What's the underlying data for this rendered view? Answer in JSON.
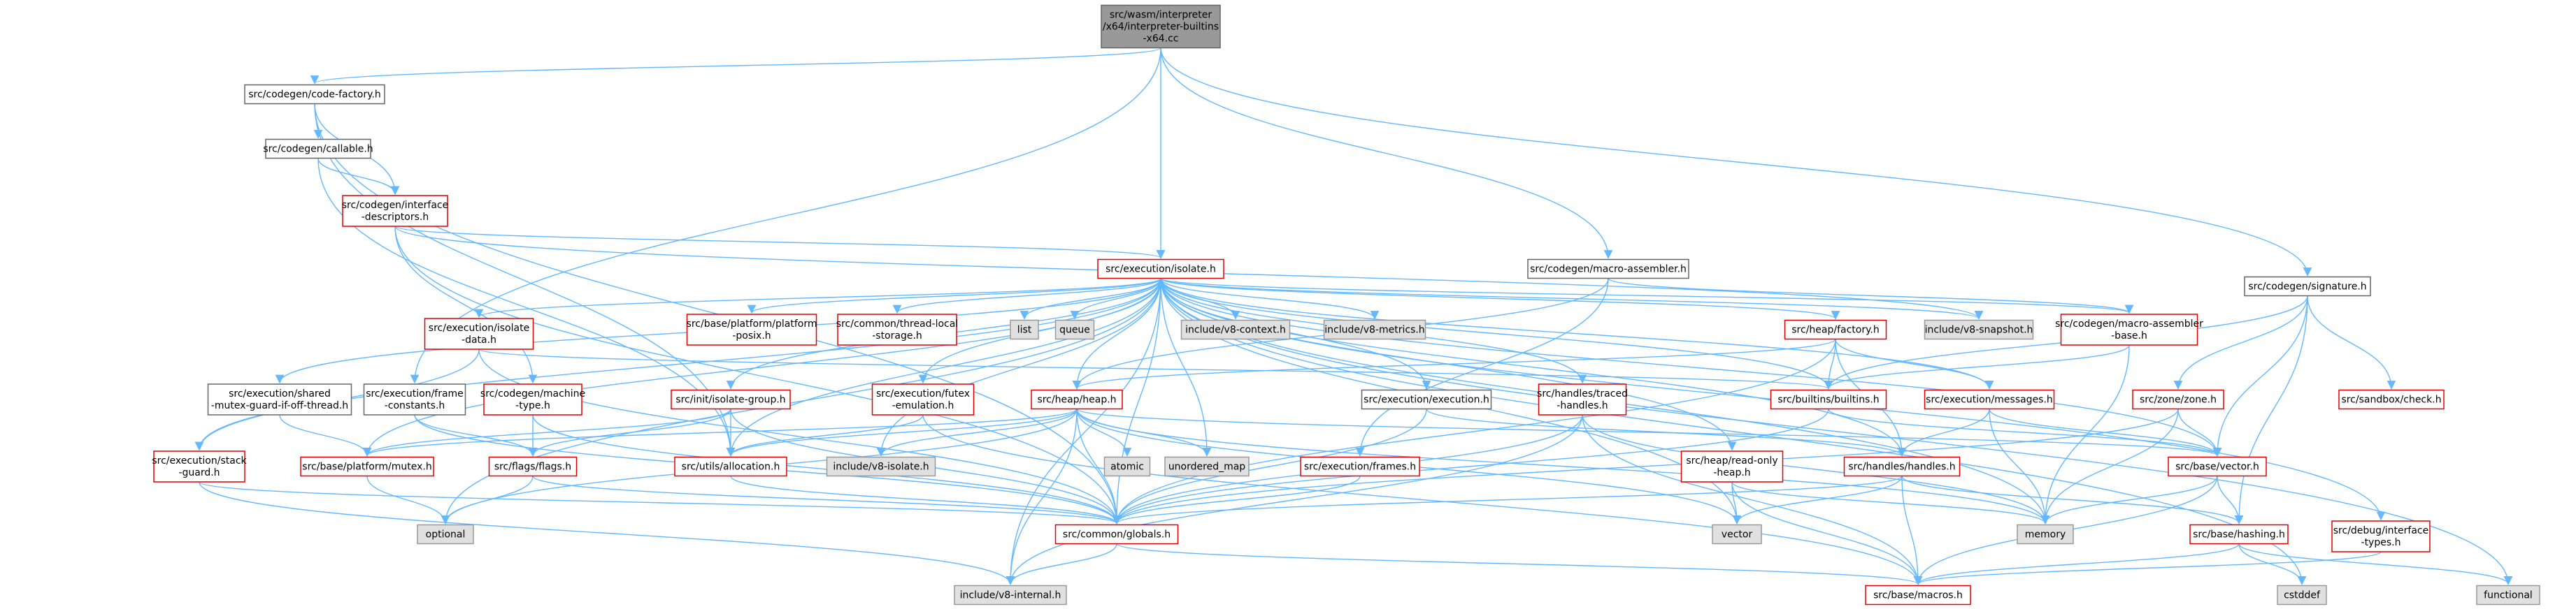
{
  "colors": {
    "edge": "#63b8ff",
    "root_fill": "#999999",
    "missing_border": "#e00000",
    "system_fill": "#e0e0e0",
    "plain_border": "#666666"
  },
  "nodes": {
    "root": {
      "lines": [
        "src/wasm/interpreter",
        "/x64/interpreter-builtins",
        "-x64.cc"
      ],
      "style": "root"
    },
    "code_factory": {
      "lines": [
        "src/codegen/code-factory.h"
      ],
      "style": "plain"
    },
    "callable": {
      "lines": [
        "src/codegen/callable.h"
      ],
      "style": "plain"
    },
    "interface_desc": {
      "lines": [
        "src/codegen/interface",
        "-descriptors.h"
      ],
      "style": "missing"
    },
    "macro_assembler": {
      "lines": [
        "src/codegen/macro-assembler.h"
      ],
      "style": "plain"
    },
    "signature": {
      "lines": [
        "src/codegen/signature.h"
      ],
      "style": "plain"
    },
    "isolate": {
      "lines": [
        "src/execution/isolate.h"
      ],
      "style": "missing"
    },
    "isolate_data": {
      "lines": [
        "src/execution/isolate",
        "-data.h"
      ],
      "style": "missing"
    },
    "platform_posix": {
      "lines": [
        "src/base/platform/platform",
        "-posix.h"
      ],
      "style": "missing"
    },
    "thread_local": {
      "lines": [
        "src/common/thread-local",
        "-storage.h"
      ],
      "style": "missing"
    },
    "list": {
      "lines": [
        "list"
      ],
      "style": "sys"
    },
    "queue": {
      "lines": [
        "queue"
      ],
      "style": "sys"
    },
    "v8_context": {
      "lines": [
        "include/v8-context.h"
      ],
      "style": "sys"
    },
    "v8_metrics": {
      "lines": [
        "include/v8-metrics.h"
      ],
      "style": "sys"
    },
    "heap_factory": {
      "lines": [
        "src/heap/factory.h"
      ],
      "style": "missing"
    },
    "v8_snapshot": {
      "lines": [
        "include/v8-snapshot.h"
      ],
      "style": "sys"
    },
    "macro_asm_base": {
      "lines": [
        "src/codegen/macro-assembler",
        "-base.h"
      ],
      "style": "missing"
    },
    "shared_mutex": {
      "lines": [
        "src/execution/shared",
        "-mutex-guard-if-off-thread.h"
      ],
      "style": "plain"
    },
    "frame_constants": {
      "lines": [
        "src/execution/frame",
        "-constants.h"
      ],
      "style": "plain"
    },
    "machine_type": {
      "lines": [
        "src/codegen/machine",
        "-type.h"
      ],
      "style": "missing"
    },
    "isolate_group": {
      "lines": [
        "src/init/isolate-group.h"
      ],
      "style": "missing"
    },
    "futex": {
      "lines": [
        "src/execution/futex",
        "-emulation.h"
      ],
      "style": "missing"
    },
    "heap": {
      "lines": [
        "src/heap/heap.h"
      ],
      "style": "missing"
    },
    "execution": {
      "lines": [
        "src/execution/execution.h"
      ],
      "style": "plain"
    },
    "traced_handles": {
      "lines": [
        "src/handles/traced",
        "-handles.h"
      ],
      "style": "missing"
    },
    "builtins": {
      "lines": [
        "src/builtins/builtins.h"
      ],
      "style": "missing"
    },
    "messages": {
      "lines": [
        "src/execution/messages.h"
      ],
      "style": "missing"
    },
    "zone": {
      "lines": [
        "src/zone/zone.h"
      ],
      "style": "missing"
    },
    "sandbox_check": {
      "lines": [
        "src/sandbox/check.h"
      ],
      "style": "missing"
    },
    "stack_guard": {
      "lines": [
        "src/execution/stack",
        "-guard.h"
      ],
      "style": "missing"
    },
    "mutex": {
      "lines": [
        "src/base/platform/mutex.h"
      ],
      "style": "missing"
    },
    "flags": {
      "lines": [
        "src/flags/flags.h"
      ],
      "style": "missing"
    },
    "allocation": {
      "lines": [
        "src/utils/allocation.h"
      ],
      "style": "missing"
    },
    "v8_isolate": {
      "lines": [
        "include/v8-isolate.h"
      ],
      "style": "sys"
    },
    "atomic": {
      "lines": [
        "atomic"
      ],
      "style": "sys"
    },
    "unordered_map": {
      "lines": [
        "unordered_map"
      ],
      "style": "sys"
    },
    "frames": {
      "lines": [
        "src/execution/frames.h"
      ],
      "style": "missing"
    },
    "read_only_heap": {
      "lines": [
        "src/heap/read-only",
        "-heap.h"
      ],
      "style": "missing"
    },
    "handles": {
      "lines": [
        "src/handles/handles.h"
      ],
      "style": "missing"
    },
    "vector": {
      "lines": [
        "src/base/vector.h"
      ],
      "style": "missing"
    },
    "debug_types": {
      "lines": [
        "src/debug/interface",
        "-types.h"
      ],
      "style": "missing"
    },
    "optional": {
      "lines": [
        "optional"
      ],
      "style": "sys"
    },
    "globals": {
      "lines": [
        "src/common/globals.h"
      ],
      "style": "missing"
    },
    "std_vector": {
      "lines": [
        "vector"
      ],
      "style": "sys"
    },
    "memory": {
      "lines": [
        "memory"
      ],
      "style": "sys"
    },
    "hashing": {
      "lines": [
        "src/base/hashing.h"
      ],
      "style": "missing"
    },
    "v8_internal": {
      "lines": [
        "include/v8-internal.h"
      ],
      "style": "sys"
    },
    "macros": {
      "lines": [
        "src/base/macros.h"
      ],
      "style": "missing"
    },
    "cstddef": {
      "lines": [
        "cstddef"
      ],
      "style": "sys"
    },
    "functional": {
      "lines": [
        "functional"
      ],
      "style": "sys"
    }
  },
  "edges": [
    [
      "root",
      "code_factory"
    ],
    [
      "root",
      "isolate"
    ],
    [
      "root",
      "macro_assembler"
    ],
    [
      "root",
      "signature"
    ],
    [
      "root",
      "frame_constants"
    ],
    [
      "code_factory",
      "callable"
    ],
    [
      "code_factory",
      "interface_desc"
    ],
    [
      "code_factory",
      "globals"
    ],
    [
      "code_factory",
      "allocation"
    ],
    [
      "callable",
      "interface_desc"
    ],
    [
      "callable",
      "allocation"
    ],
    [
      "interface_desc",
      "isolate"
    ],
    [
      "interface_desc",
      "machine_type"
    ],
    [
      "interface_desc",
      "globals"
    ],
    [
      "interface_desc",
      "v8_snapshot"
    ],
    [
      "macro_assembler",
      "heap"
    ],
    [
      "macro_assembler",
      "frames"
    ],
    [
      "macro_assembler",
      "macro_asm_base"
    ],
    [
      "signature",
      "zone"
    ],
    [
      "signature",
      "sandbox_check"
    ],
    [
      "signature",
      "vector"
    ],
    [
      "signature",
      "hashing"
    ],
    [
      "signature",
      "builtins"
    ],
    [
      "isolate",
      "isolate_data"
    ],
    [
      "isolate",
      "platform_posix"
    ],
    [
      "isolate",
      "thread_local"
    ],
    [
      "isolate",
      "list"
    ],
    [
      "isolate",
      "queue"
    ],
    [
      "isolate",
      "v8_context"
    ],
    [
      "isolate",
      "v8_metrics"
    ],
    [
      "isolate",
      "heap_factory"
    ],
    [
      "isolate",
      "v8_snapshot"
    ],
    [
      "isolate",
      "macro_asm_base"
    ],
    [
      "isolate",
      "shared_mutex"
    ],
    [
      "isolate",
      "isolate_group"
    ],
    [
      "isolate",
      "futex"
    ],
    [
      "isolate",
      "heap"
    ],
    [
      "isolate",
      "execution"
    ],
    [
      "isolate",
      "traced_handles"
    ],
    [
      "isolate",
      "builtins"
    ],
    [
      "isolate",
      "messages"
    ],
    [
      "isolate",
      "stack_guard"
    ],
    [
      "isolate",
      "mutex"
    ],
    [
      "isolate",
      "allocation"
    ],
    [
      "isolate",
      "v8_isolate"
    ],
    [
      "isolate",
      "unordered_map"
    ],
    [
      "isolate",
      "handles"
    ],
    [
      "isolate",
      "debug_types"
    ],
    [
      "isolate",
      "optional"
    ],
    [
      "isolate",
      "globals"
    ],
    [
      "isolate",
      "std_vector"
    ],
    [
      "isolate",
      "memory"
    ],
    [
      "isolate",
      "v8_internal"
    ],
    [
      "isolate",
      "functional"
    ],
    [
      "isolate",
      "cstddef"
    ],
    [
      "isolate",
      "vector"
    ],
    [
      "isolate",
      "read_only_heap"
    ],
    [
      "isolate_data",
      "builtins"
    ],
    [
      "isolate_data",
      "stack_guard"
    ],
    [
      "isolate_data",
      "globals"
    ],
    [
      "heap_factory",
      "heap"
    ],
    [
      "heap_factory",
      "builtins"
    ],
    [
      "heap_factory",
      "handles"
    ],
    [
      "heap_factory",
      "messages"
    ],
    [
      "heap_factory",
      "globals"
    ],
    [
      "macro_asm_base",
      "builtins"
    ],
    [
      "macro_asm_base",
      "memory"
    ],
    [
      "shared_mutex",
      "mutex"
    ],
    [
      "frame_constants",
      "flags"
    ],
    [
      "frame_constants",
      "globals"
    ],
    [
      "machine_type",
      "flags"
    ],
    [
      "machine_type",
      "globals"
    ],
    [
      "isolate_group",
      "mutex"
    ],
    [
      "isolate_group",
      "allocation"
    ],
    [
      "isolate_group",
      "globals"
    ],
    [
      "isolate_group",
      "flags"
    ],
    [
      "futex",
      "allocation"
    ],
    [
      "futex",
      "macros"
    ],
    [
      "heap",
      "allocation"
    ],
    [
      "heap",
      "v8_isolate"
    ],
    [
      "heap",
      "atomic"
    ],
    [
      "heap",
      "unordered_map"
    ],
    [
      "heap",
      "optional"
    ],
    [
      "heap",
      "globals"
    ],
    [
      "heap",
      "v8_internal"
    ],
    [
      "heap",
      "std_vector"
    ],
    [
      "heap",
      "memory"
    ],
    [
      "heap",
      "vector"
    ],
    [
      "heap",
      "mutex"
    ],
    [
      "execution",
      "globals"
    ],
    [
      "execution",
      "handles"
    ],
    [
      "traced_handles",
      "globals"
    ],
    [
      "traced_handles",
      "v8_internal"
    ],
    [
      "traced_handles",
      "macros"
    ],
    [
      "traced_handles",
      "memory"
    ],
    [
      "builtins",
      "globals"
    ],
    [
      "builtins",
      "vector"
    ],
    [
      "messages",
      "handles"
    ],
    [
      "messages",
      "memory"
    ],
    [
      "messages",
      "vector"
    ],
    [
      "zone",
      "vector"
    ],
    [
      "zone",
      "memory"
    ],
    [
      "zone",
      "globals"
    ],
    [
      "stack_guard",
      "v8_internal"
    ],
    [
      "stack_guard",
      "globals"
    ],
    [
      "mutex",
      "optional"
    ],
    [
      "flags",
      "optional"
    ],
    [
      "flags",
      "globals"
    ],
    [
      "allocation",
      "globals"
    ],
    [
      "frames",
      "globals"
    ],
    [
      "read_only_heap",
      "std_vector"
    ],
    [
      "read_only_heap",
      "macros"
    ],
    [
      "read_only_heap",
      "memory"
    ],
    [
      "handles",
      "globals"
    ],
    [
      "handles",
      "macros"
    ],
    [
      "handles",
      "std_vector"
    ],
    [
      "handles",
      "hashing"
    ],
    [
      "vector",
      "memory"
    ],
    [
      "vector",
      "macros"
    ],
    [
      "vector",
      "hashing"
    ],
    [
      "debug_types",
      "macros"
    ],
    [
      "globals",
      "v8_internal"
    ],
    [
      "globals",
      "macros"
    ],
    [
      "hashing",
      "cstddef"
    ],
    [
      "hashing",
      "functional"
    ],
    [
      "hashing",
      "macros"
    ]
  ]
}
